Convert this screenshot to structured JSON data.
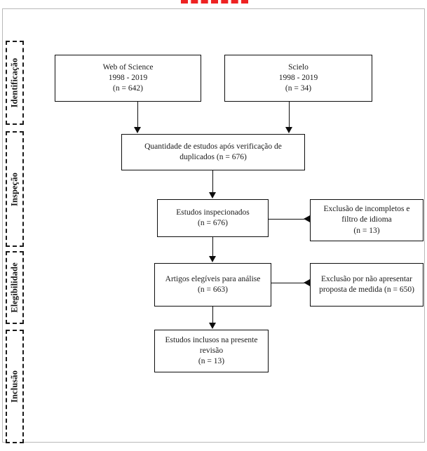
{
  "diagram": {
    "title": "PRISMA flow diagram",
    "language": "pt-BR",
    "accent_color": "#ee2222",
    "line_color": "#0d0d0d",
    "frame_color": "#b9b9b9"
  },
  "stages": [
    {
      "label": "Identificação"
    },
    {
      "label": "Inspeção"
    },
    {
      "label": "Elegibilidade"
    },
    {
      "label": "Inclusão"
    }
  ],
  "boxes": {
    "source_wos": {
      "line1": "Web of Science",
      "line2": "1998 - 2019",
      "line3": "(n = 642)"
    },
    "source_scielo": {
      "line1": "Scielo",
      "line2": "1998 - 2019",
      "line3": "(n = 34)"
    },
    "duplicates": {
      "line1": "Quantidade de estudos após verificação de",
      "line2": "duplicados (n = 676)"
    },
    "inspected": {
      "line1": "Estudos inspecionados",
      "line2": "(n = 676)"
    },
    "excluded_incomplete": {
      "line1": "Exclusão de incompletos e",
      "line2": "filtro de idioma",
      "line3": "(n = 13)"
    },
    "eligible": {
      "line1": "Artigos elegíveis para análise",
      "line2": "(n = 663)"
    },
    "excluded_no_measure": {
      "line1": "Exclusão por não apresentar",
      "line2": "proposta de medida (n = 650)"
    },
    "included": {
      "line1": "Estudos inclusos na presente",
      "line2": "revisão",
      "line3": "(n =   13)"
    }
  },
  "chart_data": {
    "type": "diagram",
    "title": "PRISMA flow diagram",
    "nodes": [
      {
        "id": "source_wos",
        "stage": "Identificação",
        "label": "Web of Science 1998 - 2019",
        "n": 642
      },
      {
        "id": "source_scielo",
        "stage": "Identificação",
        "label": "Scielo 1998 - 2019",
        "n": 34
      },
      {
        "id": "duplicates",
        "stage": "Inspeção",
        "label": "Quantidade de estudos após verificação de duplicados",
        "n": 676
      },
      {
        "id": "inspected",
        "stage": "Inspeção",
        "label": "Estudos inspecionados",
        "n": 676
      },
      {
        "id": "excluded_incomplete",
        "stage": "Inspeção",
        "label": "Exclusão de incompletos e filtro de idioma",
        "n": 13
      },
      {
        "id": "eligible",
        "stage": "Elegibilidade",
        "label": "Artigos elegíveis para análise",
        "n": 663
      },
      {
        "id": "excluded_no_measure",
        "stage": "Elegibilidade",
        "label": "Exclusão por não apresentar proposta de medida",
        "n": 650
      },
      {
        "id": "included",
        "stage": "Inclusão",
        "label": "Estudos inclusos na presente revisão",
        "n": 13
      }
    ],
    "edges": [
      {
        "from": "source_wos",
        "to": "duplicates"
      },
      {
        "from": "source_scielo",
        "to": "duplicates"
      },
      {
        "from": "duplicates",
        "to": "inspected"
      },
      {
        "from": "inspected",
        "to": "excluded_incomplete"
      },
      {
        "from": "inspected",
        "to": "eligible"
      },
      {
        "from": "eligible",
        "to": "excluded_no_measure"
      },
      {
        "from": "eligible",
        "to": "included"
      }
    ]
  }
}
